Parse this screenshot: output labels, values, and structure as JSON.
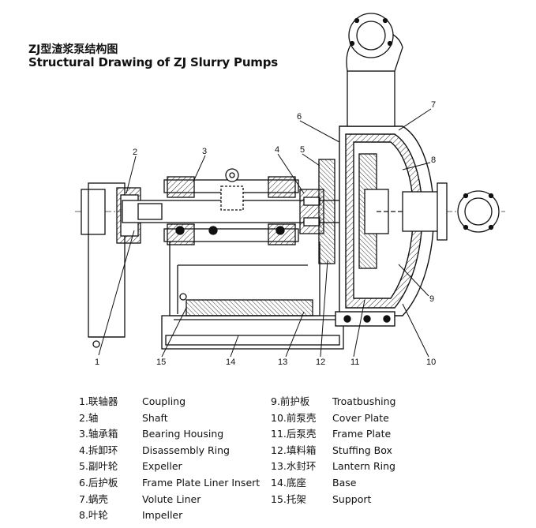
{
  "title": {
    "chinese": "ZJ型渣浆泵结构图",
    "english": "Structural Drawing of ZJ Slurry Pumps"
  },
  "callouts": [
    "1",
    "2",
    "3",
    "4",
    "5",
    "6",
    "7",
    "8",
    "9",
    "10",
    "11",
    "12",
    "13",
    "14",
    "15"
  ],
  "legend_left": [
    {
      "cn": "1.联轴器",
      "en": "Coupling"
    },
    {
      "cn": "2.轴",
      "en": "Shaft"
    },
    {
      "cn": "3.轴承箱",
      "en": "Bearing Housing"
    },
    {
      "cn": "4.拆卸环",
      "en": "Disassembly Ring"
    },
    {
      "cn": "5.副叶轮",
      "en": "Expeller"
    },
    {
      "cn": "6.后护板",
      "en": "Frame Plate Liner Insert"
    },
    {
      "cn": "7.蜗壳",
      "en": "Volute Liner"
    },
    {
      "cn": "8.叶轮",
      "en": "Impeller"
    }
  ],
  "legend_right": [
    {
      "cn": "9.前护板",
      "en": "Troatbushing"
    },
    {
      "cn": "10.前泵壳",
      "en": "Cover Plate"
    },
    {
      "cn": "11.后泵壳",
      "en": "Frame Plate"
    },
    {
      "cn": "12.填料箱",
      "en": "Stuffing Box"
    },
    {
      "cn": "13.水封环",
      "en": "Lantern Ring"
    },
    {
      "cn": "14.底座",
      "en": "Base"
    },
    {
      "cn": "15.托架",
      "en": "Support"
    }
  ]
}
